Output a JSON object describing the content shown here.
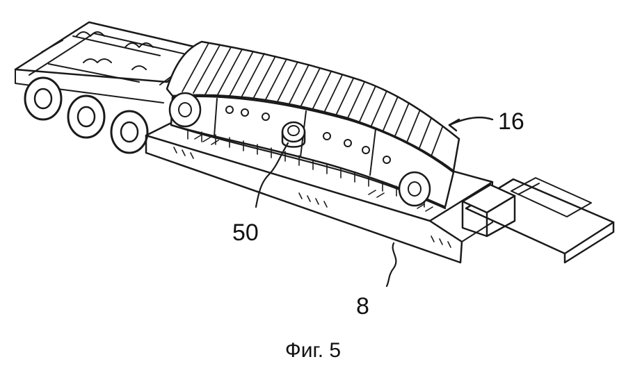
{
  "labels": {
    "track_unit": "16",
    "connector": "50",
    "trailer": "8"
  },
  "caption": "Фиг. 5"
}
